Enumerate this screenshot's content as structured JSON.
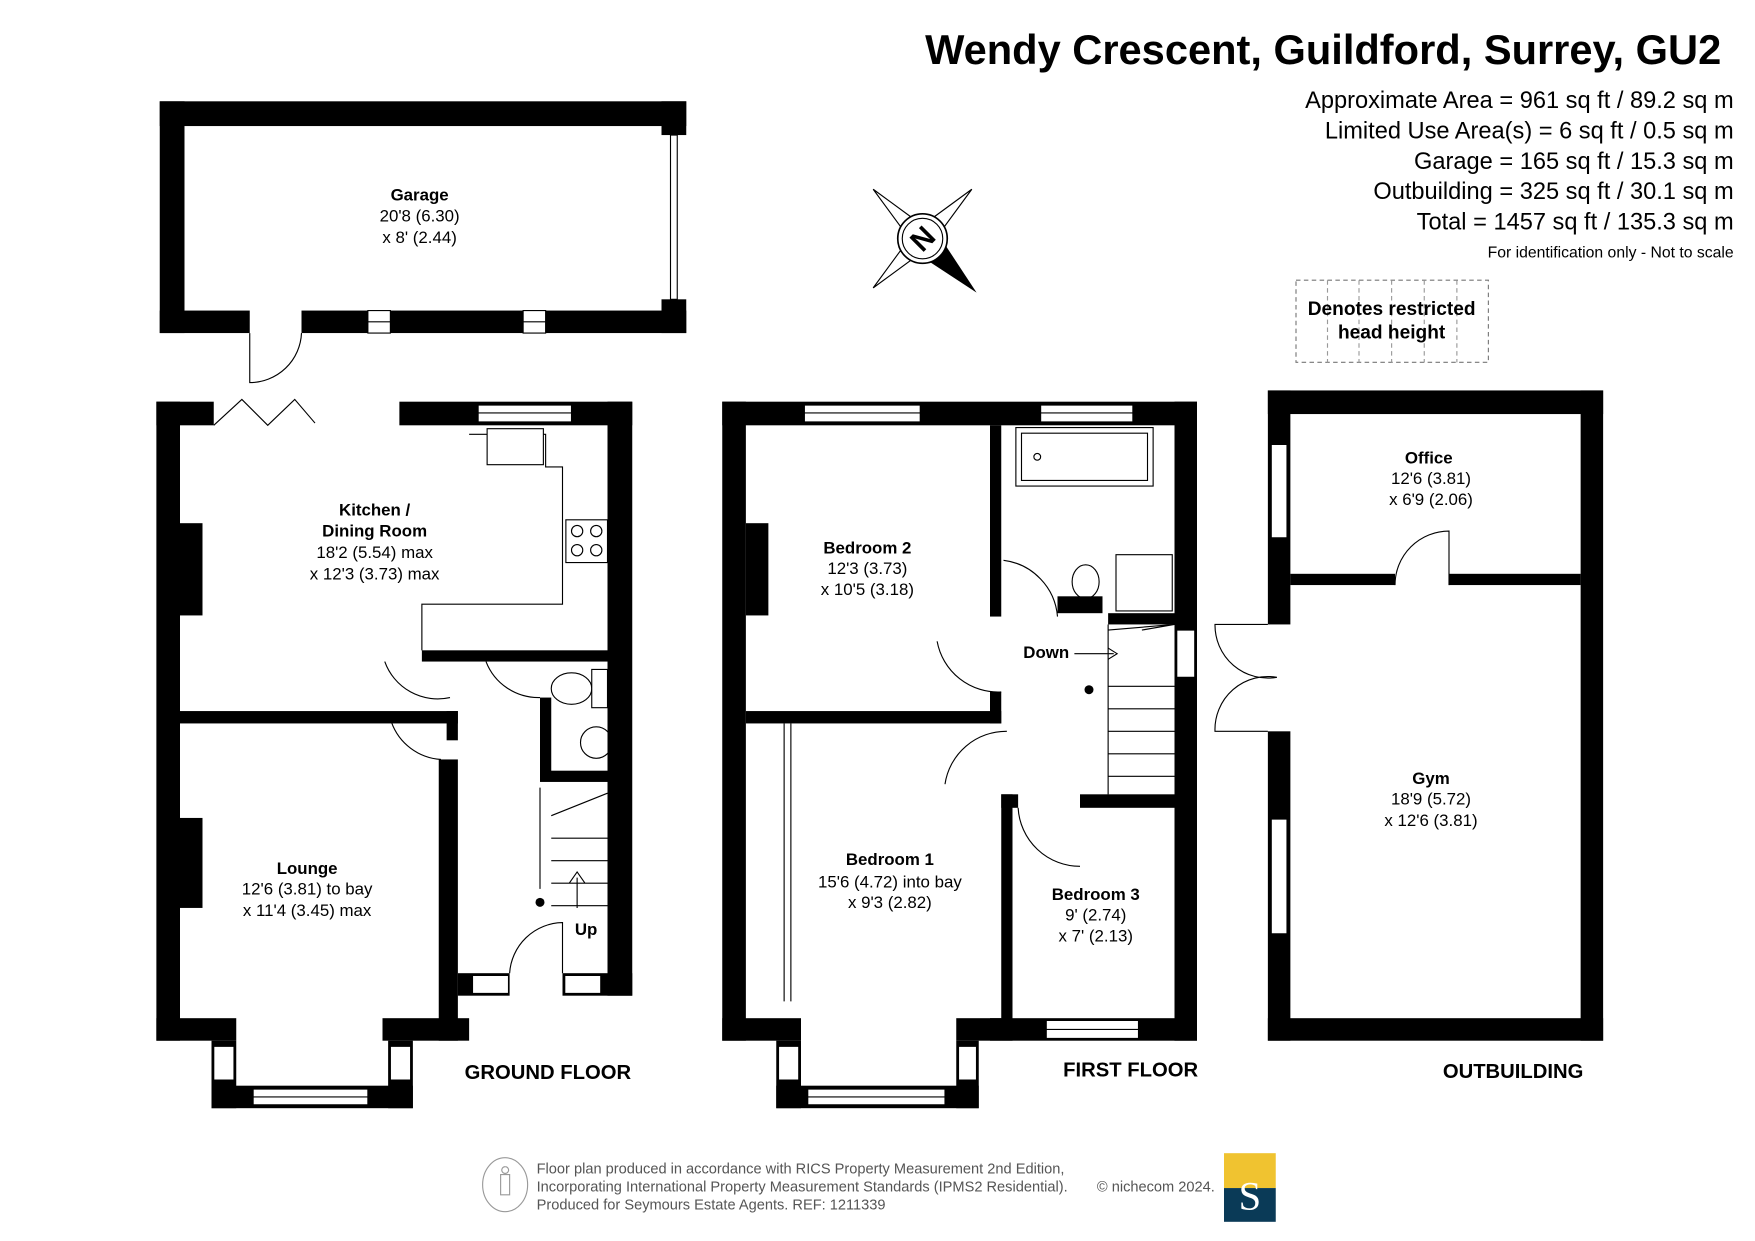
{
  "title": "Wendy Crescent, Guildford, Surrey, GU2",
  "areas": [
    "Approximate Area = 961 sq ft / 89.2 sq m",
    "Limited Use Area(s) = 6 sq ft / 0.5 sq m",
    "Garage = 165 sq ft / 15.3 sq m",
    "Outbuilding = 325 sq ft / 30.1 sq m",
    "Total = 1457 sq ft / 135.3 sq m"
  ],
  "note": "For identification only - Not to scale",
  "legend": {
    "line1": "Denotes restricted",
    "line2": "head height"
  },
  "compass": {
    "label": "N"
  },
  "garage": {
    "name": "Garage",
    "dim1": "20'8 (6.30)",
    "dim2": "x 8' (2.44)"
  },
  "ground_floor": {
    "label": "GROUND FLOOR",
    "kitchen": {
      "name1": "Kitchen /",
      "name2": "Dining Room",
      "dim1": "18'2 (5.54) max",
      "dim2": "x 12'3 (3.73) max"
    },
    "lounge": {
      "name": "Lounge",
      "dim1": "12'6 (3.81) to bay",
      "dim2": "x 11'4 (3.45) max"
    },
    "stairs": "Up"
  },
  "first_floor": {
    "label": "FIRST FLOOR",
    "bedroom2": {
      "name": "Bedroom 2",
      "dim1": "12'3 (3.73)",
      "dim2": "x 10'5 (3.18)"
    },
    "bedroom1": {
      "name": "Bedroom 1",
      "dim1": "15'6 (4.72) into bay",
      "dim2": "x 9'3 (2.82)"
    },
    "bedroom3": {
      "name": "Bedroom 3",
      "dim1": "9' (2.74)",
      "dim2": "x 7' (2.13)"
    },
    "stairs": "Down"
  },
  "outbuilding": {
    "label": "OUTBUILDING",
    "office": {
      "name": "Office",
      "dim1": "12'6 (3.81)",
      "dim2": "x 6'9 (2.06)"
    },
    "gym": {
      "name": "Gym",
      "dim1": "18'9 (5.72)",
      "dim2": "x 12'6 (3.81)"
    }
  },
  "footer": {
    "line1": "Floor plan produced in accordance with RICS Property Measurement 2nd Edition,",
    "line2": "Incorporating International Property Measurement Standards (IPMS2 Residential).",
    "copyright": "© nichecom 2024.",
    "line3": "Produced for Seymours Estate Agents.   REF: 1211339",
    "logo_letter": "S",
    "logo_colors": {
      "top": "#f0c330",
      "bottom": "#0a3a57"
    }
  }
}
